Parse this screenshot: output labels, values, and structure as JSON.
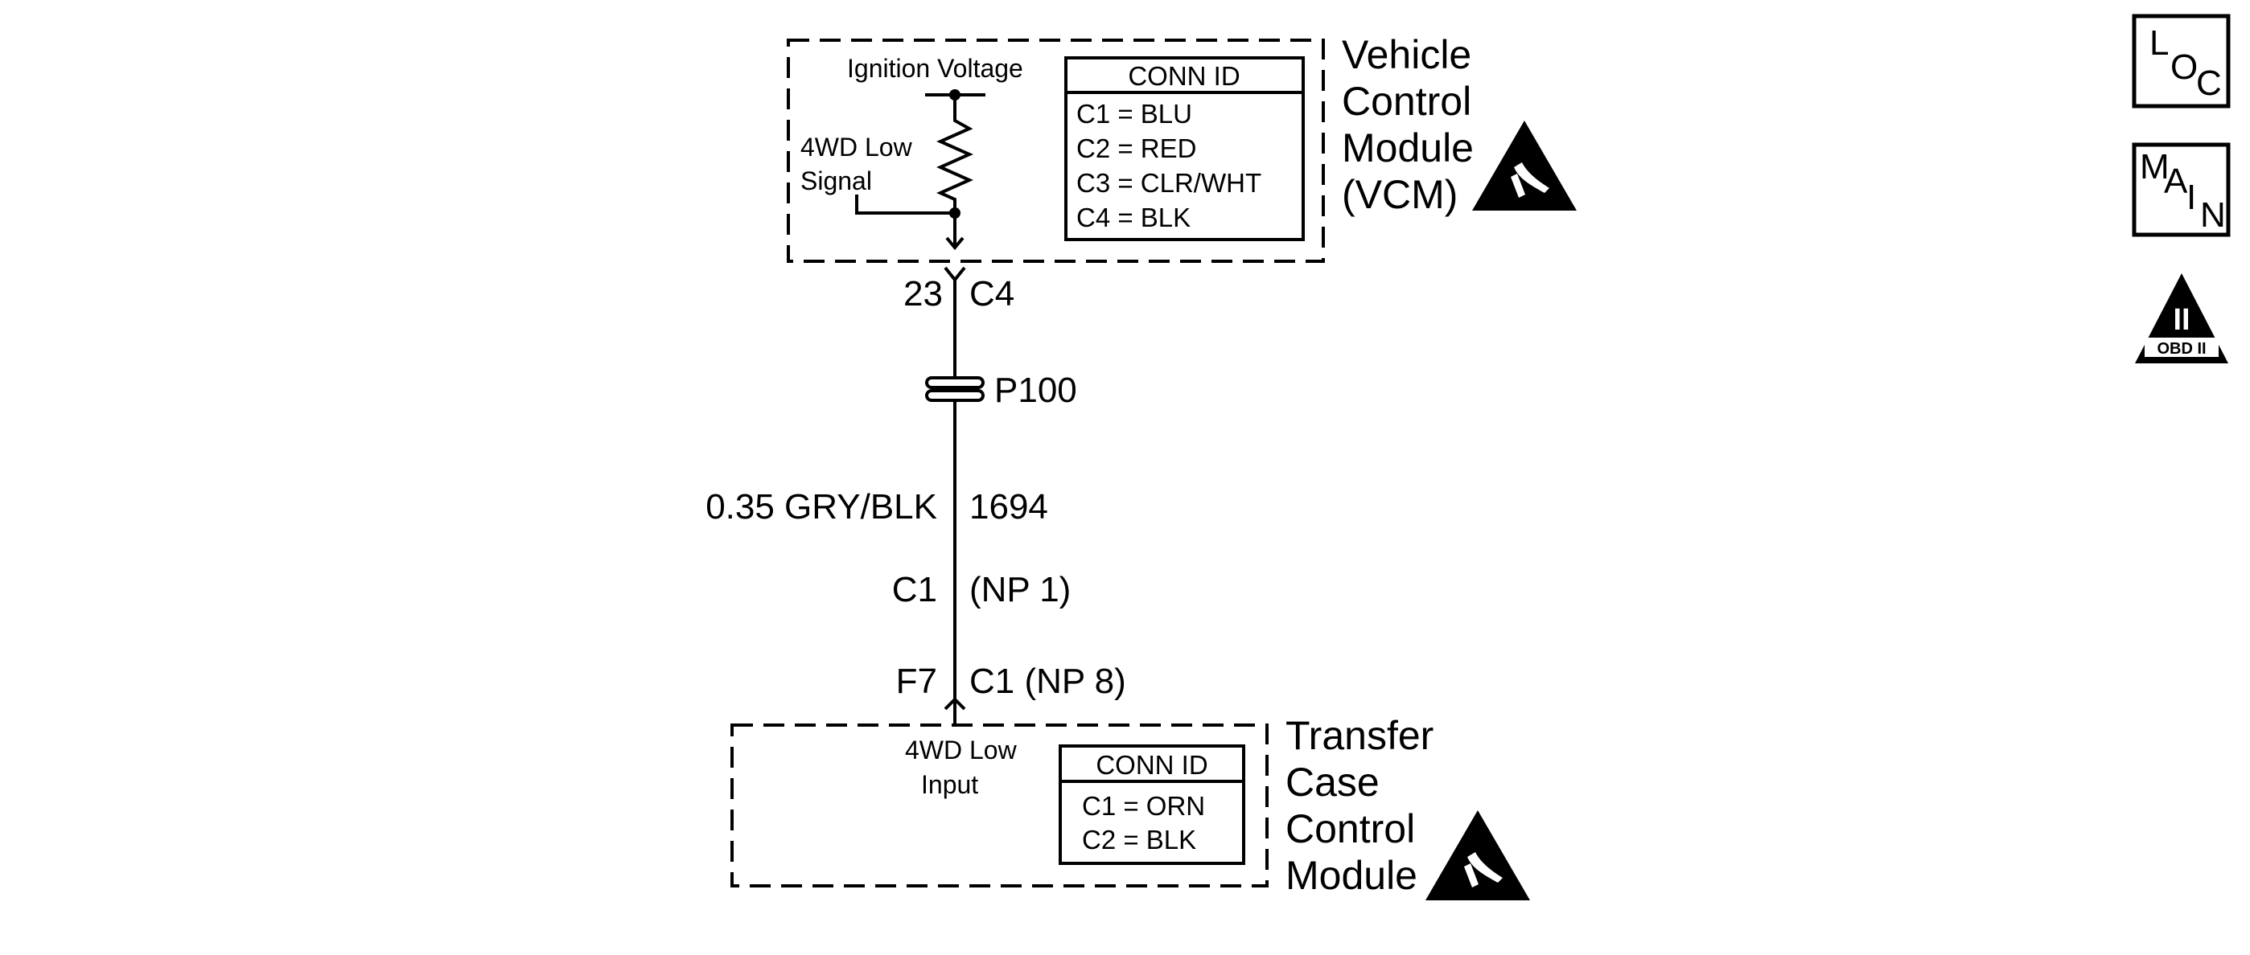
{
  "vcm": {
    "name_lines": [
      "Vehicle",
      "Control",
      "Module",
      "(VCM)"
    ],
    "ignition_label": "Ignition Voltage",
    "signal_label_lines": [
      "4WD Low",
      "Signal"
    ],
    "conn_id": {
      "header": "CONN ID",
      "rows": [
        "C1 = BLU",
        "C2 = RED",
        "C3 = CLR/WHT",
        "C4 = BLK"
      ]
    }
  },
  "vcm_connector": {
    "pin": "23",
    "conn": "C4"
  },
  "splice": {
    "label": "P100"
  },
  "wire": {
    "gauge_color": "0.35 GRY/BLK",
    "circuit": "1694"
  },
  "inline_connector": {
    "conn": "C1",
    "np": "(NP 1)"
  },
  "tccm_connector": {
    "pin": "F7",
    "conn": "C1 (NP 8)"
  },
  "tccm": {
    "name_lines": [
      "Transfer",
      "Case",
      "Control",
      "Module"
    ],
    "input_label_lines": [
      "4WD Low",
      "Input"
    ],
    "conn_id": {
      "header": "CONN ID",
      "rows": [
        "C1 = ORN",
        "C2 = BLK"
      ]
    }
  },
  "side_icons": {
    "loc": {
      "chars": [
        "L",
        "O",
        "C"
      ],
      "icon": "loc-icon"
    },
    "main": {
      "chars": [
        "M",
        "A",
        "I",
        "N"
      ],
      "icon": "main-icon"
    },
    "obd": {
      "roman": "II",
      "label": "OBD II",
      "icon": "obd-ii-icon"
    }
  },
  "icons": [
    "esd-warning-icon",
    "resistor-icon",
    "splice-icon",
    "connector-icon"
  ]
}
